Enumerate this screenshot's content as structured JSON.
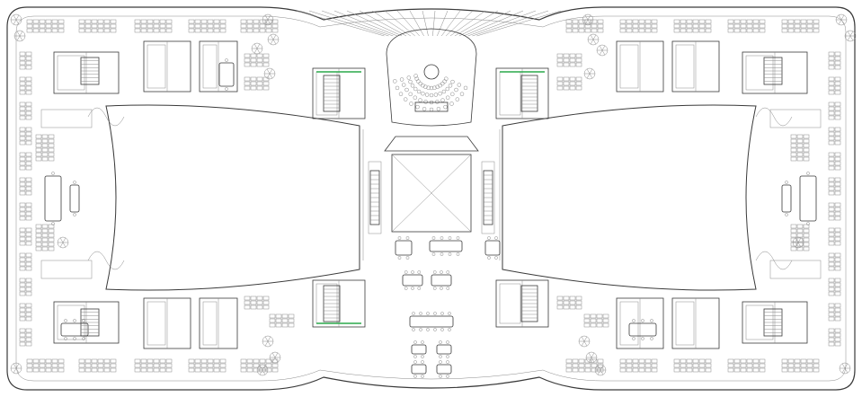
{
  "drawing": {
    "kind": "architectural floor plan",
    "text_labels": [],
    "colors": {
      "background": "#ffffff",
      "line": "#3a3a3a",
      "light_line": "#8a8a8a",
      "accent": "#2aa84a"
    },
    "components": [
      "outer-building-outline",
      "west-atrium-void",
      "east-atrium-void",
      "central-hall",
      "auditorium",
      "core-blocks",
      "workstation-clusters",
      "plant-groupings",
      "meeting-tables",
      "stairs"
    ]
  }
}
